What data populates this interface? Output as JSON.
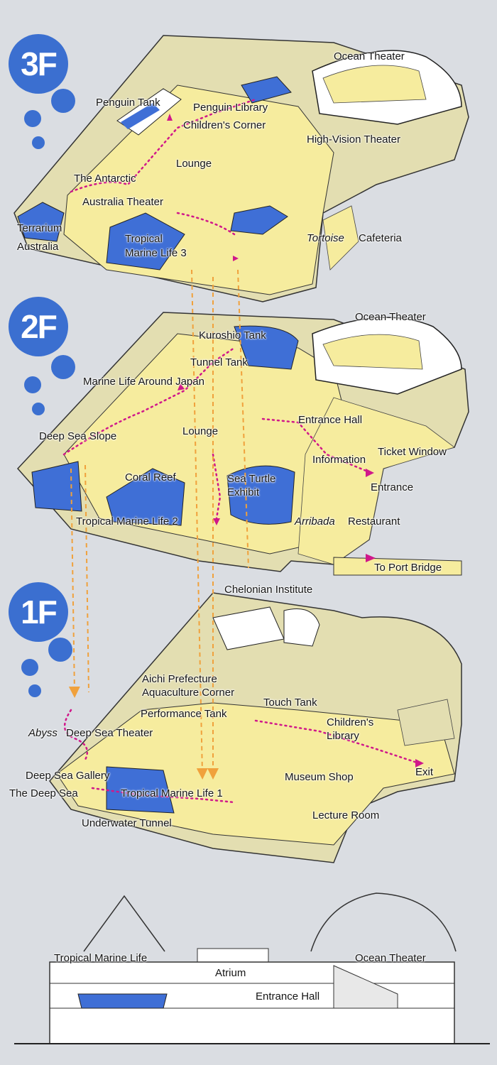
{
  "floors": {
    "f3": "3F",
    "f2": "2F",
    "f1": "1F"
  },
  "labels_3f": {
    "ocean_theater": "Ocean Theater",
    "penguin_tank": "Penguin Tank",
    "penguin_library": "Penguin Library",
    "childrens_corner": "Children's Corner",
    "high_vision_theater": "High-Vision Theater",
    "lounge": "Lounge",
    "antarctic": "The Antarctic",
    "australia_theater": "Australia Theater",
    "terrarium": "Terrarium",
    "australia": "Australia",
    "tropical_marine_life_3": "Tropical\nMarine Life 3",
    "tortoise": "Tortoise",
    "cafeteria": "Cafeteria"
  },
  "labels_2f": {
    "ocean_theater": "Ocean Theater",
    "kuroshio_tank": "Kuroshio Tank",
    "tunnel_tank": "Tunnel Tank",
    "marine_life_japan": "Marine Life Around Japan",
    "entrance_hall": "Entrance Hall",
    "deep_sea_slope": "Deep Sea Slope",
    "lounge": "Lounge",
    "information": "Information",
    "ticket_window": "Ticket Window",
    "coral_reef": "Coral Reef",
    "sea_turtle": "Sea Turtle\nExhibit",
    "entrance": "Entrance",
    "tropical_marine_life_2": "Tropical Marine Life 2",
    "arribada": "Arribada",
    "restaurant": "Restaurant",
    "port_bridge": "To Port Bridge"
  },
  "labels_1f": {
    "chelonian": "Chelonian Institute",
    "aichi": "Aichi Prefecture\nAquaculture Corner",
    "touch_tank": "Touch Tank",
    "performance_tank": "Performance Tank",
    "childrens_library": "Children's\nLibrary",
    "abyss": "Abyss",
    "deep_sea_theater": "Deep Sea Theater",
    "exit": "Exit",
    "deep_sea_gallery": "Deep Sea Gallery",
    "museum_shop": "Museum Shop",
    "the_deep_sea": "The Deep Sea",
    "tropical_marine_life_1": "Tropical Marine Life 1",
    "lecture_room": "Lecture Room",
    "underwater_tunnel": "Underwater Tunnel"
  },
  "section_labels": {
    "tropical_marine_life": "Tropical Marine Life",
    "ocean_theater": "Ocean Theater",
    "atrium": "Atrium",
    "entrance_hall": "Entrance Hall"
  },
  "colors": {
    "badge": "#3b6fd0",
    "floor_fill": "#f6ec9e",
    "platform": "#e3deb1",
    "water": "#3f6fd6",
    "route_pink": "#d0188a",
    "vertical_orange": "#f0a13c"
  }
}
